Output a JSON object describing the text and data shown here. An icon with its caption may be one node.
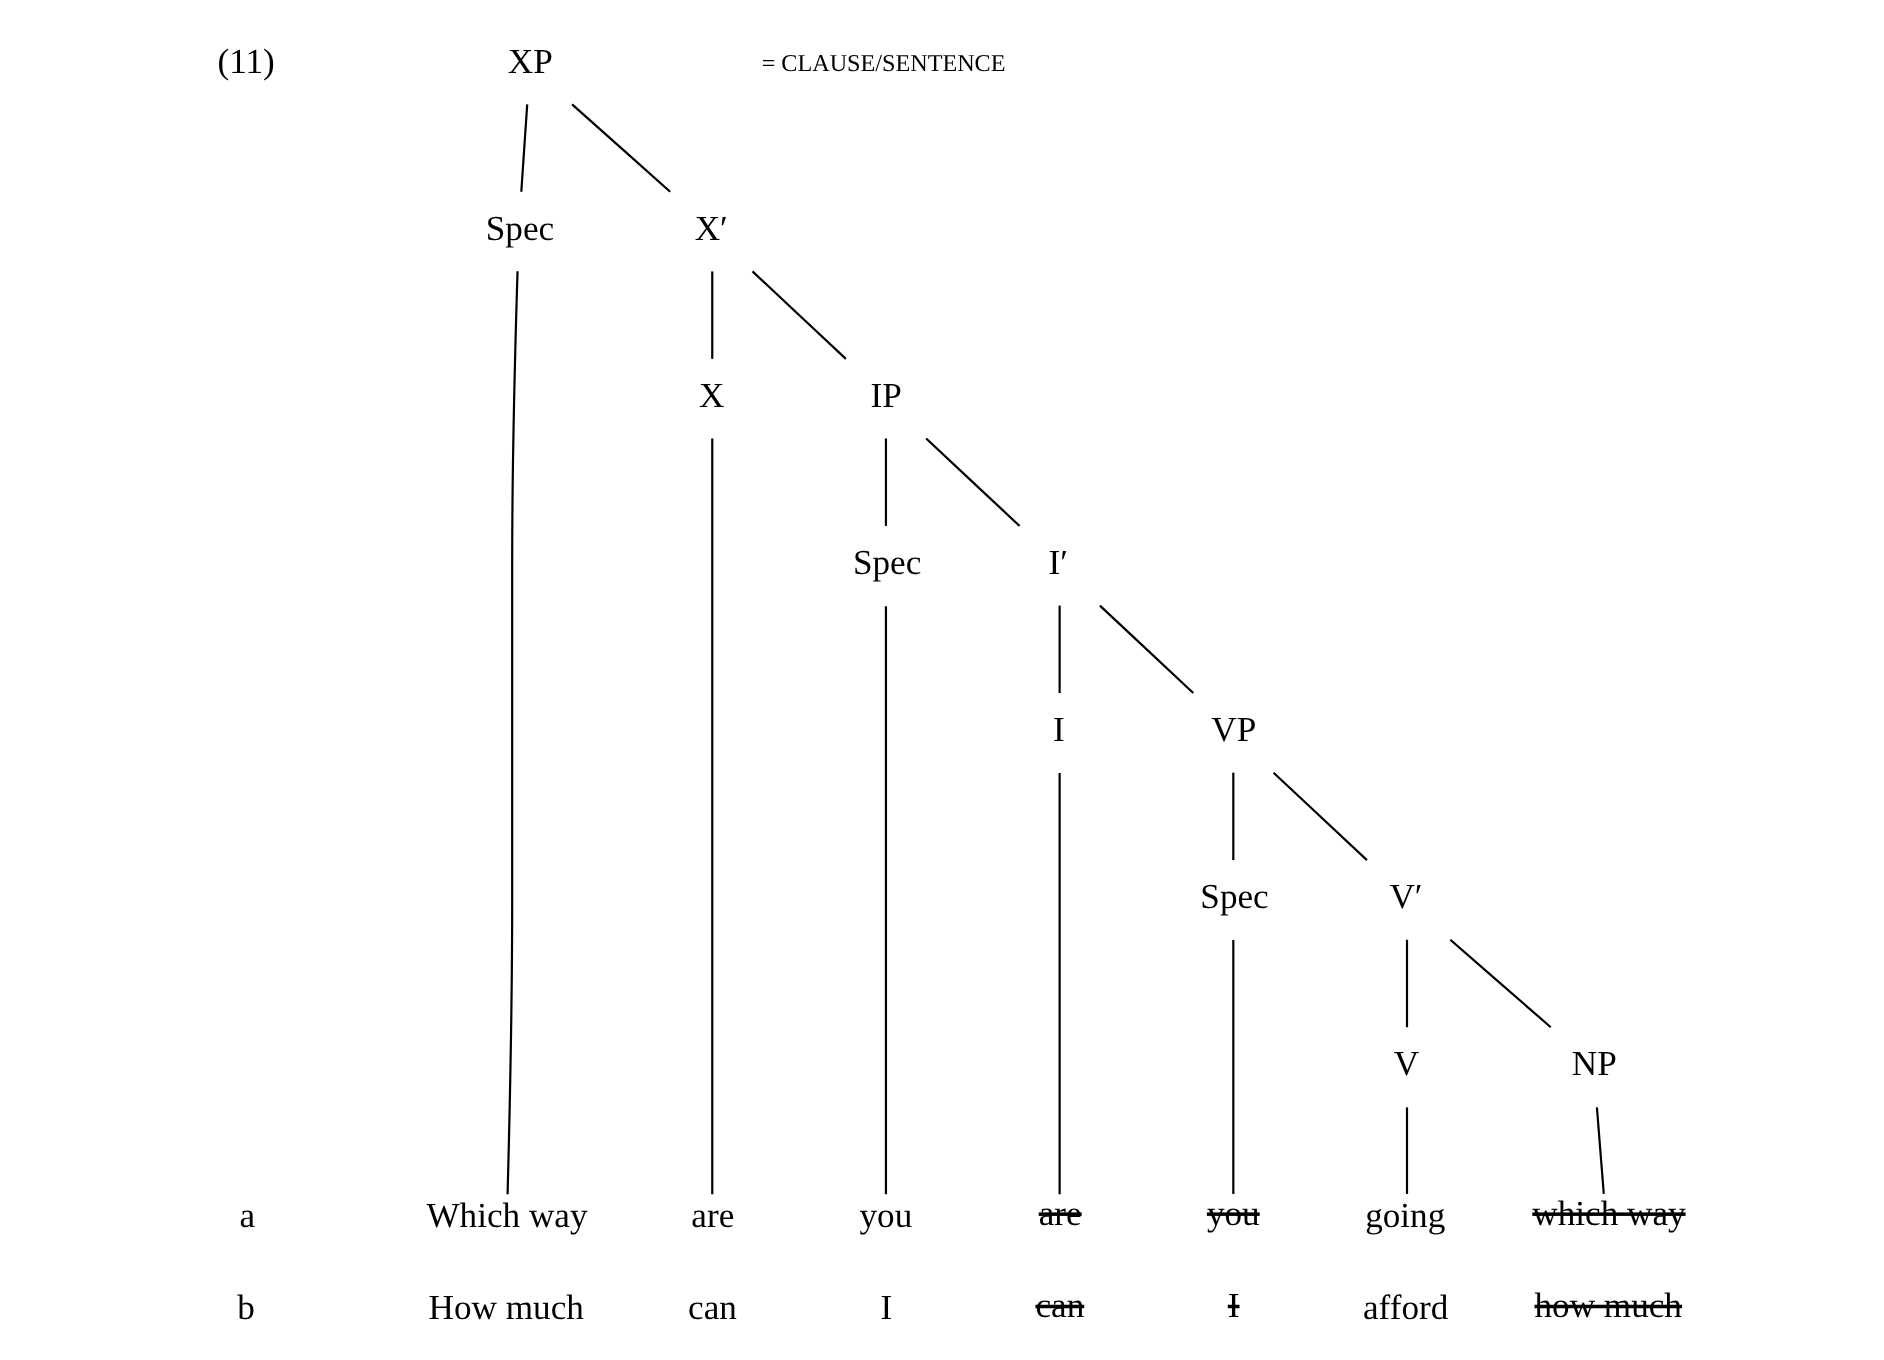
{
  "diagram": {
    "nodes": [
      {
        "text": [
          "XP"
        ]
      },
      {
        "text": [
          "Spec"
        ]
      },
      {
        "text": [
          "X′"
        ]
      },
      {
        "text": [
          "X"
        ]
      },
      {
        "text": [
          "IP"
        ]
      },
      {
        "text": [
          "Spec"
        ]
      },
      {
        "text": [
          "I′"
        ]
      },
      {
        "text": [
          "I"
        ]
      },
      {
        "text": [
          "VP"
        ]
      },
      {
        "text": [
          "Spec"
        ]
      },
      {
        "text": [
          "V′"
        ]
      },
      {
        "text": [
          "V"
        ]
      },
      {
        "text": [
          "NP"
        ]
      },
      {
        "text": [
          "Which way"
        ],
        "beside": [
          "How much"
        ]
      },
      {
        "text": [
          "are"
        ],
        "beside": [
          "can"
        ]
      },
      {
        "text": [
          "you"
        ],
        "beside": [
          "I"
        ]
      },
      {
        "text": [
          "are"
        ],
        "beside": [
          "can"
        ]
      },
      {
        "text": [
          "you"
        ],
        "beside": [
          "I"
        ]
      },
      {
        "text": [
          "going"
        ],
        "beside": [
          "afford"
        ]
      },
      {
        "text": [
          "which way"
        ],
        "beside": [
          "how much"
        ]
      }
    ],
    "edges": [
      {
        "from": 0,
        "to": 1,
        "arrow": "none"
      },
      {
        "from": 0,
        "to": 2,
        "arrow": "none"
      },
      {
        "from": 1,
        "to": 13,
        "arrow": "none"
      },
      {
        "from": 2,
        "to": 3,
        "arrow": "none"
      },
      {
        "from": 2,
        "to": 4,
        "arrow": "none"
      },
      {
        "from": 3,
        "to": 14,
        "arrow": "none"
      },
      {
        "from": 4,
        "to": 5,
        "arrow": "none"
      },
      {
        "from": 4,
        "to": 6,
        "arrow": "none"
      },
      {
        "from": 5,
        "to": 15,
        "arrow": "none"
      },
      {
        "from": 6,
        "to": 7,
        "arrow": "none"
      },
      {
        "from": 6,
        "to": 8,
        "arrow": "none"
      },
      {
        "from": 7,
        "to": 16,
        "arrow": "none"
      },
      {
        "from": 8,
        "to": 9,
        "arrow": "none"
      },
      {
        "from": 8,
        "to": 10,
        "arrow": "none"
      },
      {
        "from": 9,
        "to": 17,
        "arrow": "none"
      },
      {
        "from": 10,
        "to": 11,
        "arrow": "none"
      },
      {
        "from": 10,
        "to": 12,
        "arrow": "none"
      },
      {
        "from": 11,
        "to": 18,
        "arrow": "none"
      },
      {
        "from": 12,
        "to": 19,
        "arrow": "none"
      }
    ],
    "labels": [
      "(11)",
      "= CLAUSE/SENTENCE",
      "a",
      "b"
    ]
  }
}
